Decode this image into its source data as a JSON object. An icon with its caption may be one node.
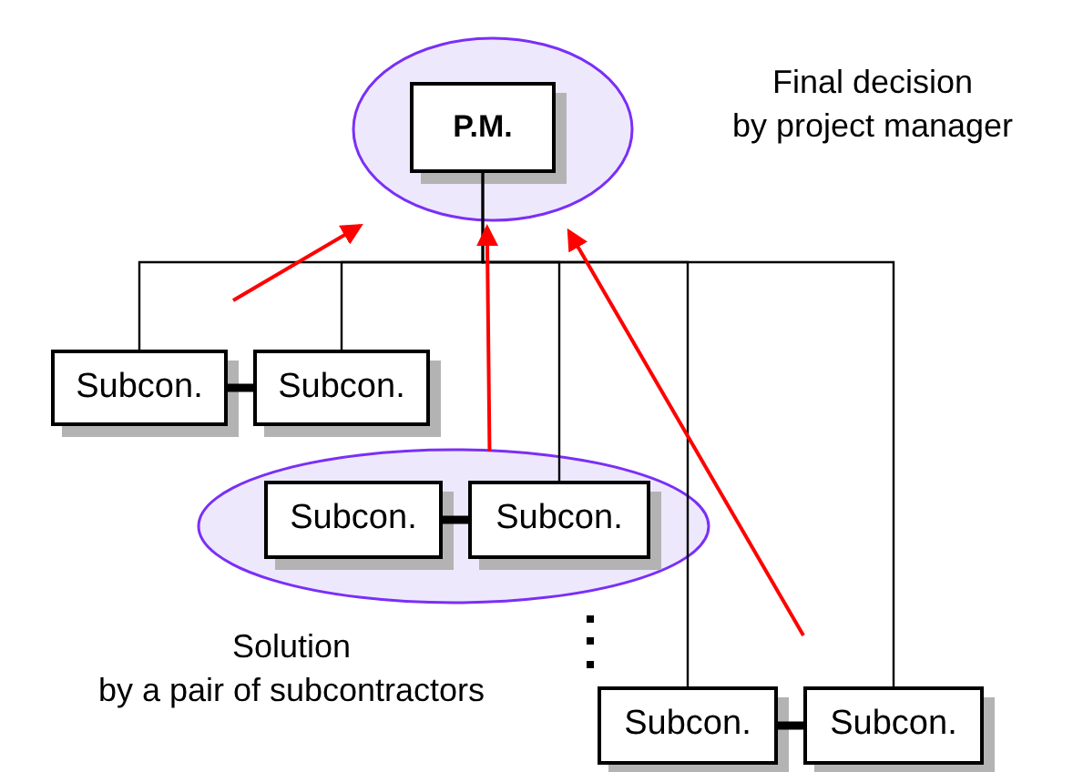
{
  "diagram": {
    "nodes": [
      {
        "text": [],
        "shape": "ellipse",
        "beside": [
          "Final decision by project manager"
        ]
      },
      {
        "text": [
          "P.M."
        ],
        "in": 0
      },
      {
        "text": [
          "Subcon."
        ]
      },
      {
        "text": [
          "Subcon."
        ]
      },
      {
        "text": [],
        "shape": "ellipse",
        "beside": [
          "Solution by a pair of subcontractors"
        ]
      },
      {
        "text": [
          "Subcon."
        ],
        "in": 4
      },
      {
        "text": [
          "Subcon."
        ],
        "in": 4
      },
      {
        "text": [
          "Subcon."
        ]
      },
      {
        "text": [
          "Subcon."
        ]
      }
    ],
    "edges": [
      {
        "from": 1,
        "to": 2,
        "arrow": "none"
      },
      {
        "from": 1,
        "to": 3,
        "arrow": "none"
      },
      {
        "from": 1,
        "to": 6,
        "arrow": "none"
      },
      {
        "from": 1,
        "to": 7,
        "arrow": "none"
      },
      {
        "from": 1,
        "to": 8,
        "arrow": "none"
      },
      {
        "from": 2,
        "to": 3,
        "arrow": "none",
        "style": "thick"
      },
      {
        "from": 5,
        "to": 6,
        "arrow": "none",
        "style": "thick"
      },
      {
        "from": 7,
        "to": 8,
        "arrow": "none",
        "style": "thick"
      },
      {
        "from": null,
        "to": 0,
        "arrow": "to",
        "color": "#ff0000"
      },
      {
        "from": 4,
        "to": 0,
        "arrow": "to",
        "color": "#ff0000"
      },
      {
        "from": 8,
        "to": 0,
        "arrow": "to",
        "color": "#ff0000"
      }
    ]
  }
}
